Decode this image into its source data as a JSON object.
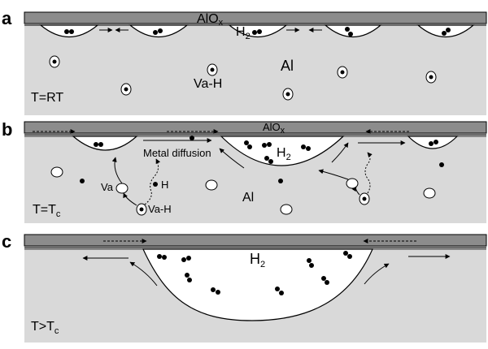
{
  "panels": [
    {
      "letter": "a",
      "oxide": {
        "main": "AlO",
        "sub": "x"
      },
      "h2": {
        "main": "H",
        "sub": "2"
      },
      "metal": "Al",
      "defect": "Va-H",
      "temp": {
        "main": "T=RT",
        "sub": ""
      }
    },
    {
      "letter": "b",
      "oxide": {
        "main": "AlO",
        "sub": "x"
      },
      "h2": {
        "main": "H",
        "sub": "2"
      },
      "metal": "Al",
      "diffusion": "Metal diffusion",
      "va": "Va",
      "h": "H",
      "vah": "Va-H",
      "temp": {
        "main": "T=T",
        "sub": "c"
      }
    },
    {
      "letter": "c",
      "h2": {
        "main": "H",
        "sub": "2"
      },
      "temp": {
        "main": "T>T",
        "sub": "c"
      }
    }
  ],
  "colors": {
    "metal": "#d9d9d9",
    "oxide": "#8c8c8c",
    "void": "#ffffff",
    "line": "#000000"
  }
}
